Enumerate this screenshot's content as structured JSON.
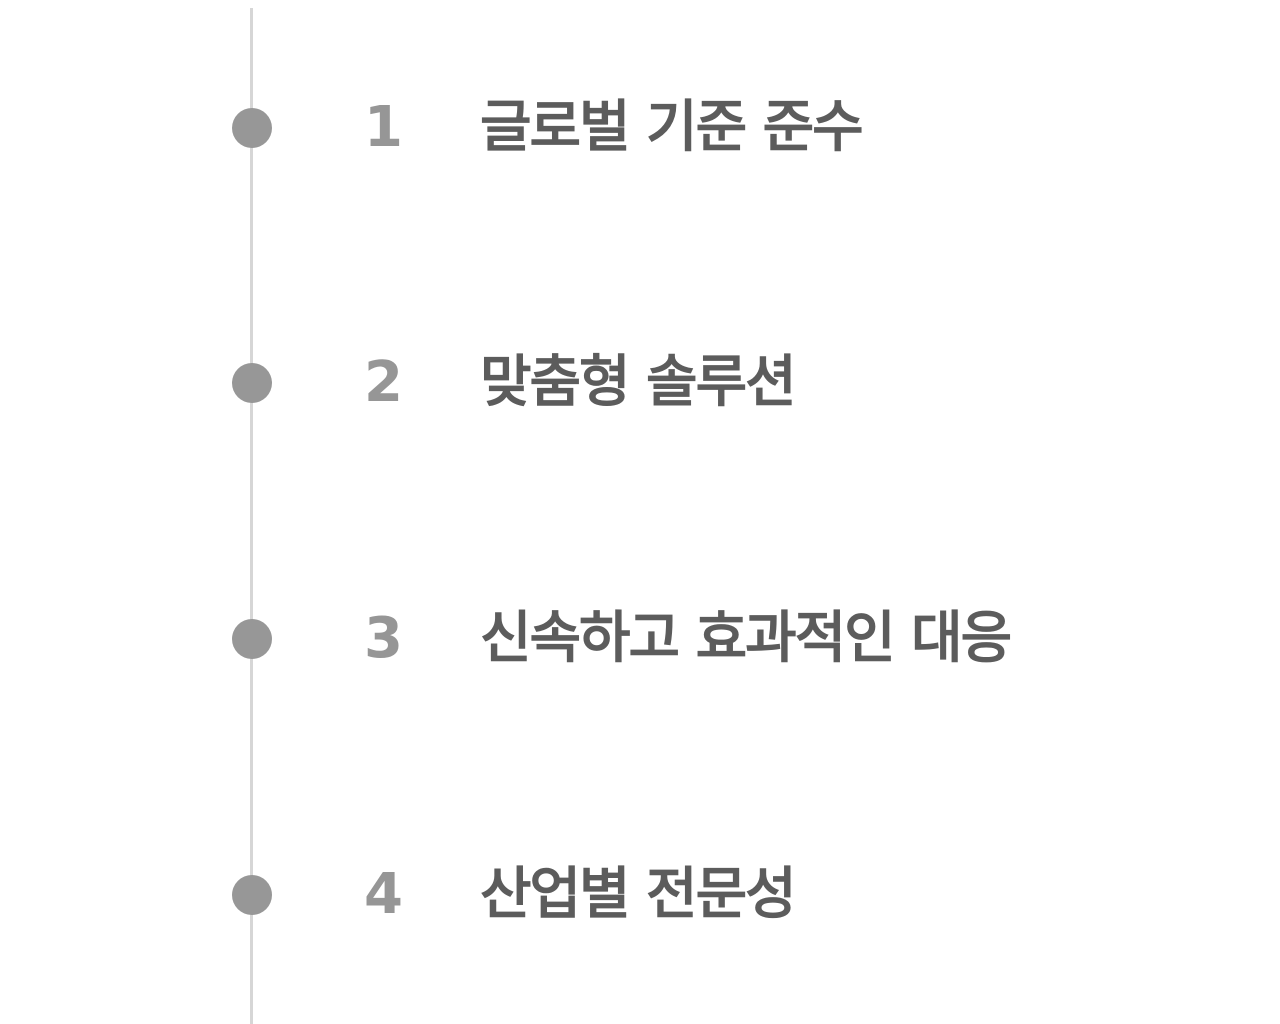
{
  "timeline": {
    "items": [
      {
        "number": "1",
        "title": "글로벌 기준 준수"
      },
      {
        "number": "2",
        "title": "맞춤형 솔루션"
      },
      {
        "number": "3",
        "title": "신속하고 효과적인 대응"
      },
      {
        "number": "4",
        "title": "산업별 전문성"
      }
    ]
  },
  "colors": {
    "line": "#d6d6d6",
    "dot": "#979797",
    "number": "#969696",
    "title": "#5c5c5c",
    "background": "#ffffff"
  }
}
